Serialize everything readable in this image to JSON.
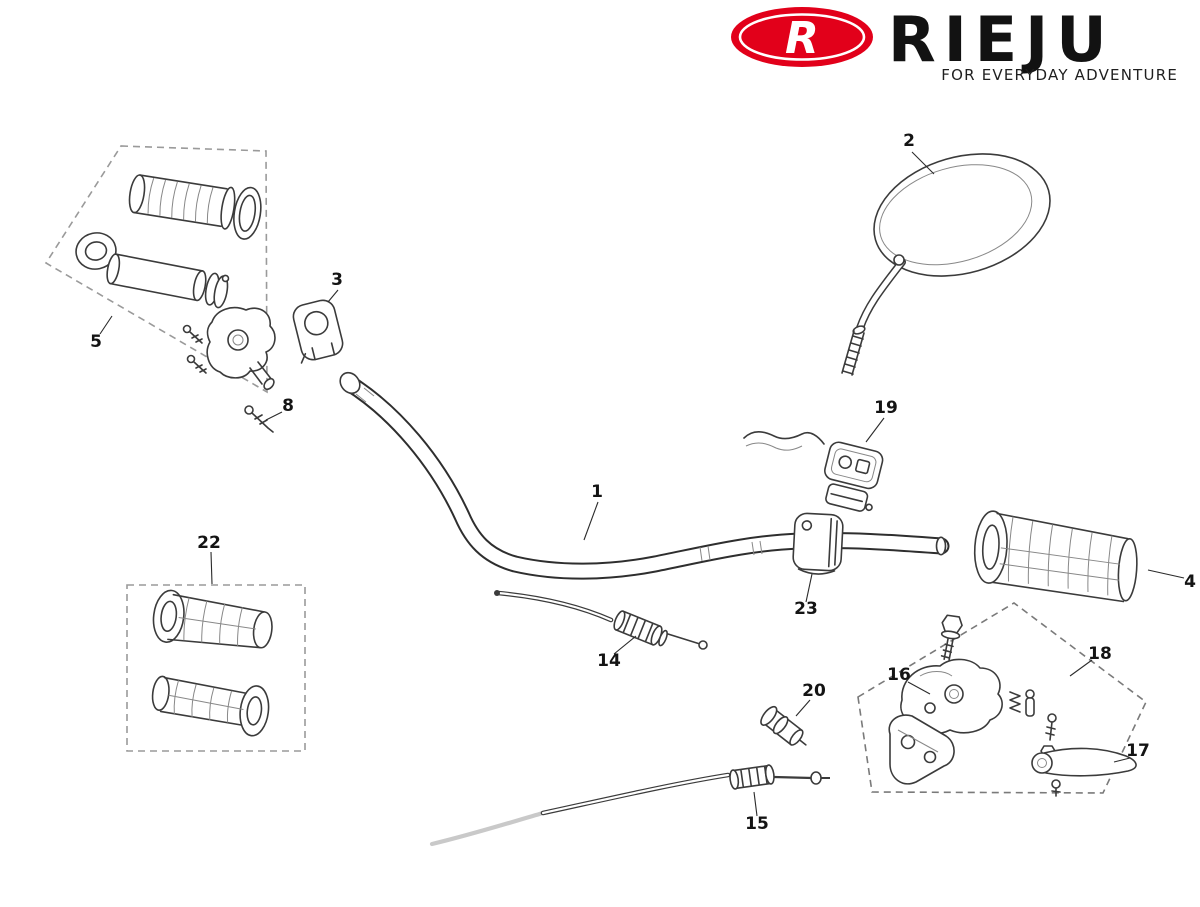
{
  "brand": {
    "name": "RIEJU",
    "tagline": "FOR EVERYDAY ADVENTURE",
    "logo_letter": "R",
    "logo_color": "#e2001a",
    "text_color": "#121212"
  },
  "diagram": {
    "parts": {
      "p1": {
        "label": "1"
      },
      "p2": {
        "label": "2"
      },
      "p3": {
        "label": "3"
      },
      "p4": {
        "label": "4"
      },
      "p5": {
        "label": "5"
      },
      "p8": {
        "label": "8"
      },
      "p14": {
        "label": "14"
      },
      "p15": {
        "label": "15"
      },
      "p16": {
        "label": "16"
      },
      "p17": {
        "label": "17"
      },
      "p18": {
        "label": "18"
      },
      "p19": {
        "label": "19"
      },
      "p20": {
        "label": "20"
      },
      "p22": {
        "label": "22"
      },
      "p23": {
        "label": "23"
      }
    }
  }
}
